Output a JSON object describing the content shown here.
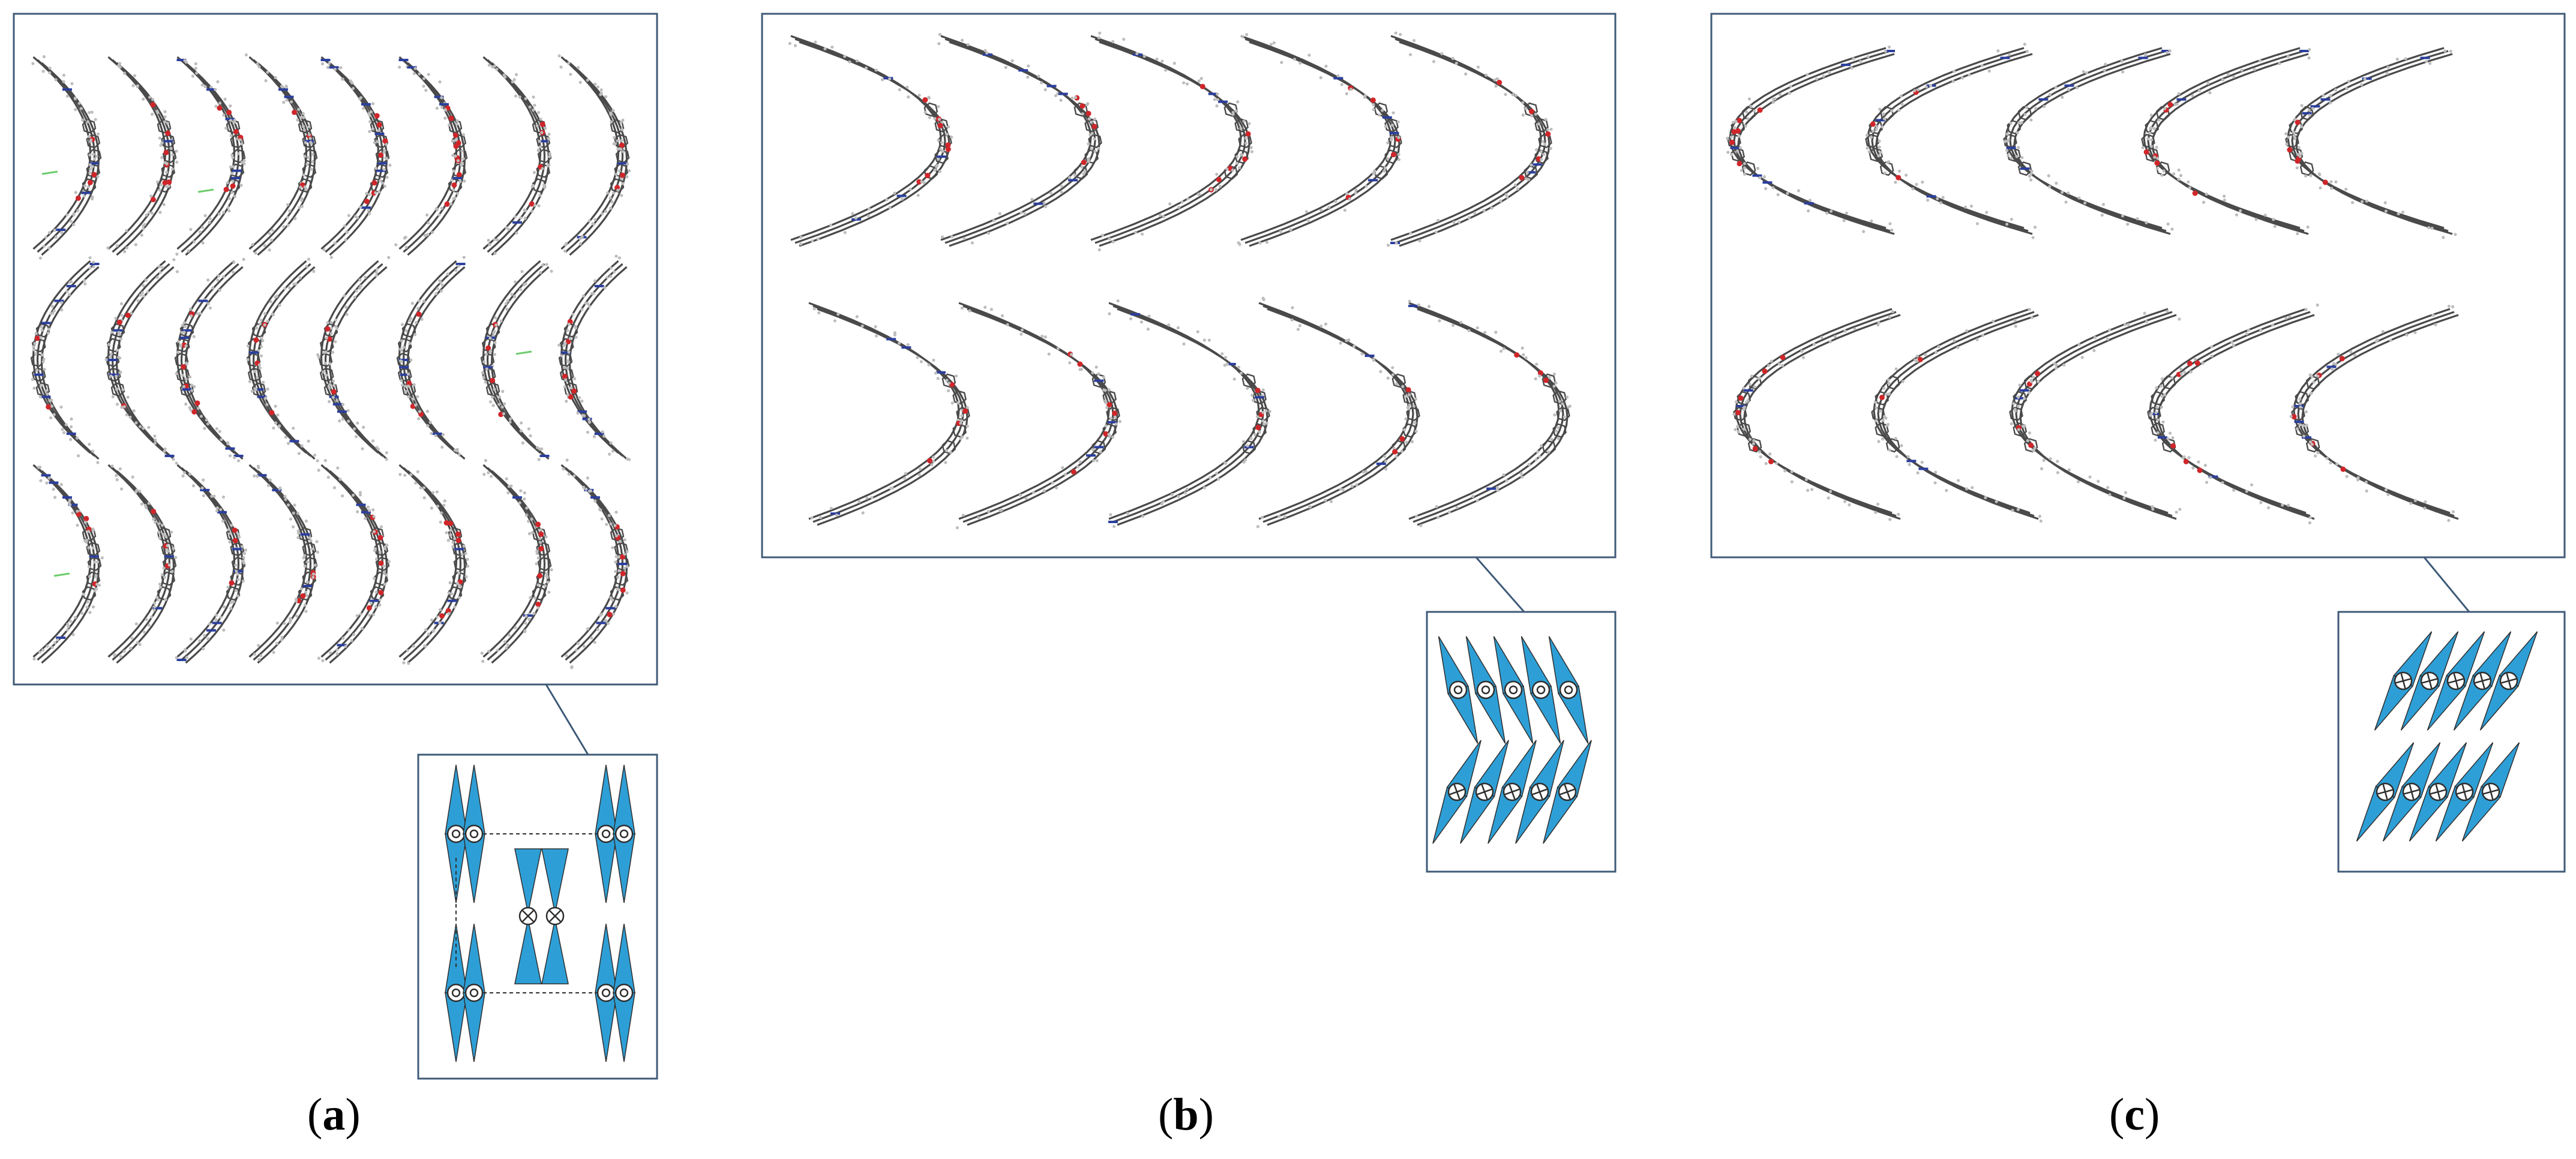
{
  "panels": [
    {
      "id": "a",
      "caption_open": "(",
      "caption_letter": "a",
      "caption_close": ")",
      "arrangement": "herringbone",
      "marker_types": [
        "dot",
        "cross"
      ]
    },
    {
      "id": "b",
      "caption_open": "(",
      "caption_letter": "b",
      "caption_close": ")",
      "arrangement": "parallel-slipped",
      "marker_types": [
        "dot",
        "cross"
      ]
    },
    {
      "id": "c",
      "caption_open": "(",
      "caption_letter": "c",
      "caption_close": ")",
      "arrangement": "parallel-slipped",
      "marker_types": [
        "cross",
        "cross"
      ]
    }
  ],
  "colors": {
    "schematic_fill": "#2e9fd6",
    "schematic_stroke": "#2e2e2e",
    "box_border": "#3f5b78",
    "carbon": "#4a4a4a",
    "hydrogen": "#bdbdbd",
    "oxygen": "#d0262a",
    "nitrogen": "#2b3f9e",
    "fluorine": "#6ccc6c"
  }
}
